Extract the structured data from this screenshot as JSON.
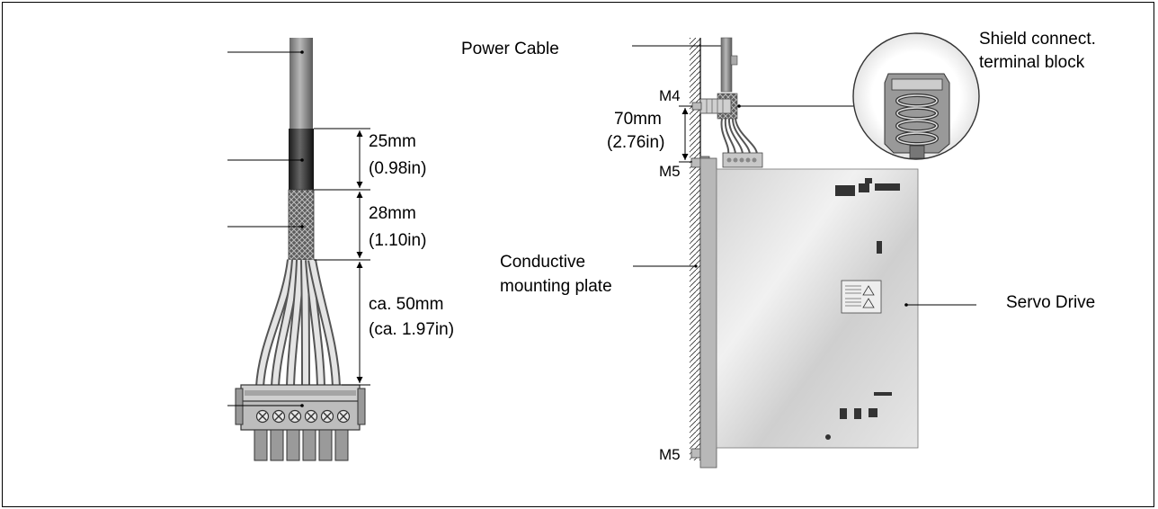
{
  "labels": {
    "dim1_value": "25mm",
    "dim1_inch": "(0.98in)",
    "dim2_value": "28mm",
    "dim2_inch": "(1.10in)",
    "dim3_value": "ca. 50mm",
    "dim3_inch": "(ca. 1.97in)",
    "power_cable": "Power Cable",
    "shield_line1": "Shield connect.",
    "shield_line2": "terminal block",
    "m4": "M4",
    "m5_top": "M5",
    "m5_bottom": "M5",
    "dist_mm": "70mm",
    "dist_in": "(2.76in)",
    "plate_line1": "Conductive",
    "plate_line2": "mounting plate",
    "servo_drive": "Servo Drive"
  }
}
